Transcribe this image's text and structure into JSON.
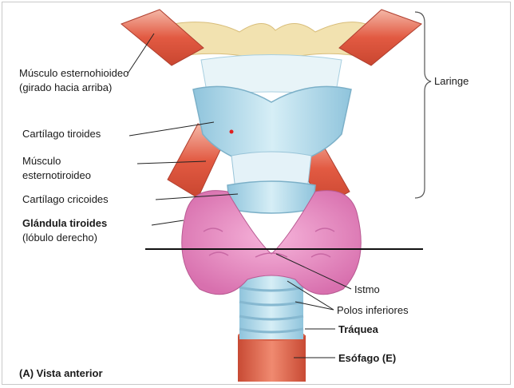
{
  "labels": {
    "esternohioideo_line1": "Músculo esternohioideo",
    "esternohioideo_line2": "(girado hacia arriba)",
    "tiroides_cartilago": "Cartílago tiroides",
    "esternotiroideo_line1": "Músculo",
    "esternotiroideo_line2": "esternotiroideo",
    "cricoides": "Cartílago cricoides",
    "glandula_line1": "Glándula tiroides",
    "glandula_line2": "(lóbulo derecho)",
    "laringe": "Laringe",
    "istmo": "Istmo",
    "polos": "Polos inferiores",
    "traquea": "Tráquea",
    "esofago": "Esófago (E)",
    "caption": "(A) Vista anterior"
  },
  "colors": {
    "muscle": "#e0604a",
    "cartilage": "#bfe0ec",
    "gland": "#e58ac0",
    "hyoid": "#f0e0a8",
    "esophagus": "#e26a50"
  }
}
